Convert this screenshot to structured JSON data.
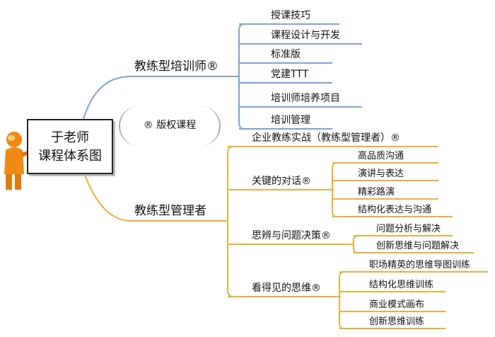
{
  "center": {
    "line1": "于老师",
    "line2": "课程体系图"
  },
  "badge": {
    "text": "®  版权课程"
  },
  "branch_trainer": {
    "label": "教练型培训师®",
    "color": "#7ea3d6",
    "items": [
      "授课技巧",
      "课程设计与开发",
      "标准版",
      "党建TTT",
      "培训师培养项目",
      "培训管理"
    ]
  },
  "branch_manager": {
    "label": "教练型管理者",
    "color": "#f0ad3a",
    "sub": [
      {
        "label": "企业教练实战（教练型管理者）®",
        "items": []
      },
      {
        "label": "关键的对话®",
        "items": [
          "高品质沟通",
          "演讲与表达",
          "精彩路演",
          "结构化表达与沟通"
        ]
      },
      {
        "label": "思辨与问题决策®",
        "items": [
          "问题分析与解决",
          "创新思维与问题解决"
        ]
      },
      {
        "label": "看得见的思维®",
        "items": [
          "职场精英的思维导图训练",
          "结构化思维训练",
          "商业模式画布",
          "创新思维训练"
        ]
      }
    ]
  }
}
